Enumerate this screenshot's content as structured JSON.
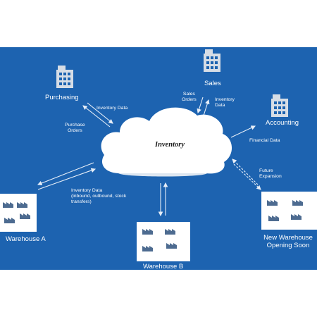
{
  "diagram": {
    "colors": {
      "background": "#1d63b0",
      "line": "#e6eef8",
      "icon": "#d6dde6",
      "cloud": "#ffffff",
      "text": "#ffffff"
    },
    "center": {
      "label": "Inventory",
      "shape": "cloud"
    },
    "nodes": {
      "purchasing": {
        "label": "Purchasing",
        "icon": "office-building-icon"
      },
      "sales": {
        "label": "Sales",
        "icon": "office-building-icon"
      },
      "accounting": {
        "label": "Accounting",
        "icon": "office-building-icon"
      },
      "warehouse_a": {
        "label": "Warehouse A",
        "icon": "factory-icon"
      },
      "warehouse_b": {
        "label": "Warehouse B",
        "icon": "factory-icon"
      },
      "new_warehouse": {
        "label_line1": "New Warehouse",
        "label_line2": "Opening Soon",
        "icon": "factory-icon"
      }
    },
    "flows": {
      "inventory_data_top": "Inventory Data",
      "purchase_orders": {
        "line1": "Purchase",
        "line2": "Orders"
      },
      "sales_orders": {
        "line1": "Sales",
        "line2": "Orders"
      },
      "inventory_data_sales": {
        "line1": "Inventory",
        "line2": "Data"
      },
      "financial_data": "Financial Data",
      "future_expansion": {
        "line1": "Future",
        "line2": "Expansion"
      },
      "inventory_data_warehouse": {
        "line1": "Inventory Data",
        "line2": "(inbound, outbound, stock",
        "line3": "transfers)"
      }
    }
  }
}
